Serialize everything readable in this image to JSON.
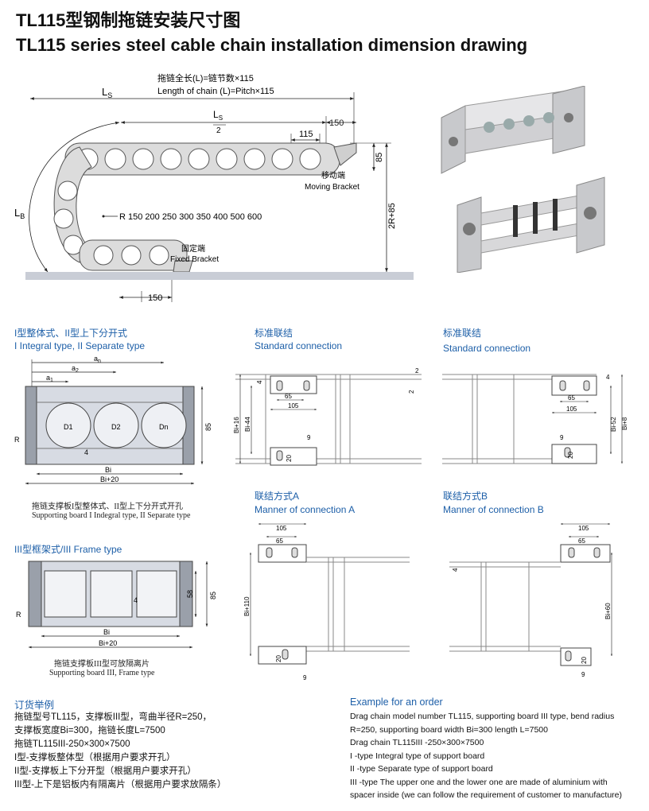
{
  "header": {
    "title_cn": "TL115型钢制拖链安装尺寸图",
    "title_en": "TL115 series steel cable chain installation dimension drawing"
  },
  "main_drawing": {
    "formula_cn": "拖链全长(L)=链节数×115",
    "formula_en": "Length of chain (L)=Pitch×115",
    "ls": "L",
    "ls_sub": "S",
    "ls_half_top": "L",
    "ls_half_sub": "S",
    "ls_half_den": "2",
    "dim_150_top": "150",
    "dim_115": "115",
    "dim_85": "85",
    "dim_2r85": "2R+85",
    "lb": "L",
    "lb_sub": "B",
    "radius_label": "R 150  200  250  300  350  400  500  600",
    "moving_cn": "移动端",
    "moving_en": "Moving Bracket",
    "fixed_cn": "固定端",
    "fixed_en": "Fixed Bracket",
    "dim_150_bottom": "150"
  },
  "type12": {
    "heading_cn": "I型整体式、II型上下分开式",
    "heading_en": "I Integral type, II Separate type",
    "an": "a",
    "an_sub": "n",
    "a2": "a",
    "a2_sub": "2",
    "a1": "a",
    "a1_sub": "1",
    "d1": "D1",
    "d2": "D2",
    "dn": "Dn",
    "r": "R",
    "four": "4",
    "h85": "85",
    "bi": "Bi",
    "bi20": "Bi+20",
    "caption_cn": "拖链支撑板I型整体式、II型上下分开式开孔",
    "caption_en": "Supporting board I Indegral type, II Separate type"
  },
  "type3": {
    "heading_cn": "III型框架式/III Frame type",
    "four": "4",
    "h58": "58",
    "h85": "85",
    "r": "R",
    "bi": "Bi",
    "bi20": "Bi+20",
    "caption_cn": "拖链支撑板III型可放隔离片",
    "caption_en": "Supporting board III, Frame type"
  },
  "std1": {
    "heading_cn": "标准联结",
    "heading_en": "Standard connection",
    "d4": "4",
    "d2a": "2",
    "d2b": "2",
    "d65": "65",
    "d105": "105",
    "bi16": "Bi+16",
    "bi44": "Bi-44",
    "d9": "9",
    "d20": "20"
  },
  "std2": {
    "heading_cn": "标准联结",
    "heading_en": "Standard connection",
    "d4": "4",
    "d65": "65",
    "d105": "105",
    "bi52": "Bi-52",
    "bi8": "Bi+8",
    "d9": "9",
    "d20": "20"
  },
  "connA": {
    "heading_cn": "联结方式A",
    "heading_en": "Manner of connection A",
    "d105": "105",
    "d65": "65",
    "bi110": "Bi+110",
    "d20": "20",
    "d9": "9"
  },
  "connB": {
    "heading_cn": "联结方式B",
    "heading_en": "Manner of connection B",
    "d105": "105",
    "d65": "65",
    "d4": "4",
    "bi60": "Bi+60",
    "d20": "20",
    "d9": "9"
  },
  "order_cn": {
    "heading": "订货举例",
    "lines": [
      "拖链型号TL115，支撑板III型，弯曲半径R=250，",
      "支撑板宽度Bi=300，拖链长度L=7500",
      "拖链TL115III-250×300×7500",
      "I型-支撑板整体型（根据用户要求开孔）",
      "II型-支撑板上下分开型（根据用户要求开孔）",
      "III型-上下是铝板内有隔离片（根据用户要求放隔条）"
    ]
  },
  "order_en": {
    "heading": "Example for an order",
    "lines": [
      "Drag chain model number TL115, supporting board III type, bend radius",
      "R=250, supporting board width Bi=300 length L=7500",
      "Drag chain TL115III -250×300×7500",
      "I -type Integral type of support board",
      "II -type Separate type of support board",
      "III -type The upper one and the lower one are made of aluminium with",
      "spacer inside  (we can follow the requirement of customer to manufacture)"
    ]
  }
}
